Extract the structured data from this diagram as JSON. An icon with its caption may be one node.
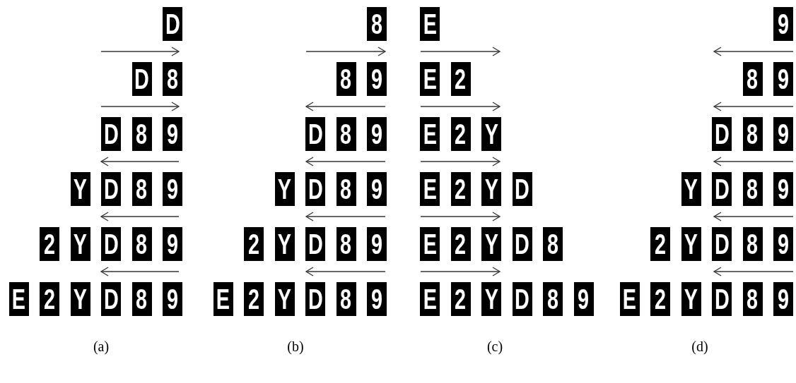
{
  "diagram": {
    "labels": [
      "D",
      "D",
      "8",
      "D",
      "8",
      "9",
      "Y",
      "D",
      "8",
      "9",
      "2",
      "Y",
      "D",
      "8",
      "9",
      "E",
      "2",
      "Y",
      "D",
      "8",
      "9",
      "(a)",
      "8",
      "8",
      "9",
      "D",
      "8",
      "9",
      "Y",
      "D",
      "8",
      "9",
      "2",
      "Y",
      "D",
      "8",
      "9",
      "E",
      "2",
      "Y",
      "D",
      "8",
      "9",
      "(b)",
      "E",
      "E",
      "2",
      "E",
      "2",
      "Y",
      "E",
      "2",
      "Y",
      "D",
      "E",
      "2",
      "Y",
      "D",
      "8",
      "E",
      "2",
      "Y",
      "D",
      "8",
      "9",
      "(c)",
      "9",
      "8",
      "9",
      "D",
      "8",
      "9",
      "Y",
      "D",
      "8",
      "9",
      "2",
      "Y",
      "D",
      "8",
      "9",
      "E",
      "2",
      "Y",
      "D",
      "8",
      "9",
      "(d)"
    ]
  }
}
